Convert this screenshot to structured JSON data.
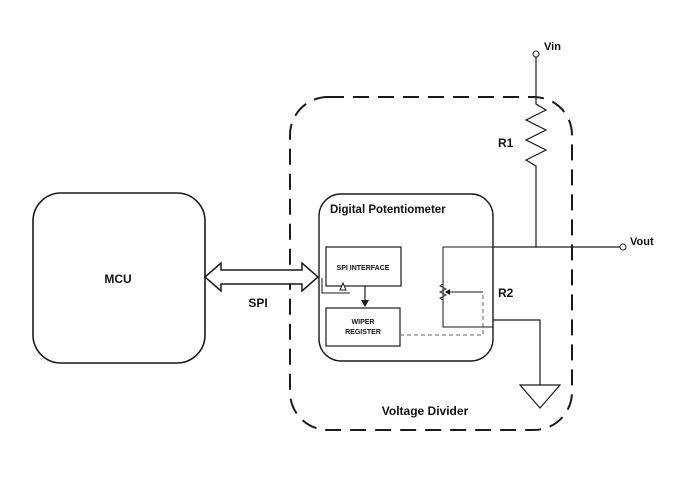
{
  "labels": {
    "mcu": "MCU",
    "spi": "SPI",
    "digital_potentiometer": "Digital Potentiometer",
    "spi_interface": "SPI INTERFACE",
    "wiper_line1": "WIPER",
    "wiper_line2": "REGISTER",
    "r1": "R1",
    "r2": "R2",
    "vin": "Vin",
    "vout": "Vout",
    "voltage_divider": "Voltage Divider"
  },
  "colors": {
    "line": "#1a1a1a",
    "dashed_link": "#666666",
    "background": "#ffffff"
  }
}
